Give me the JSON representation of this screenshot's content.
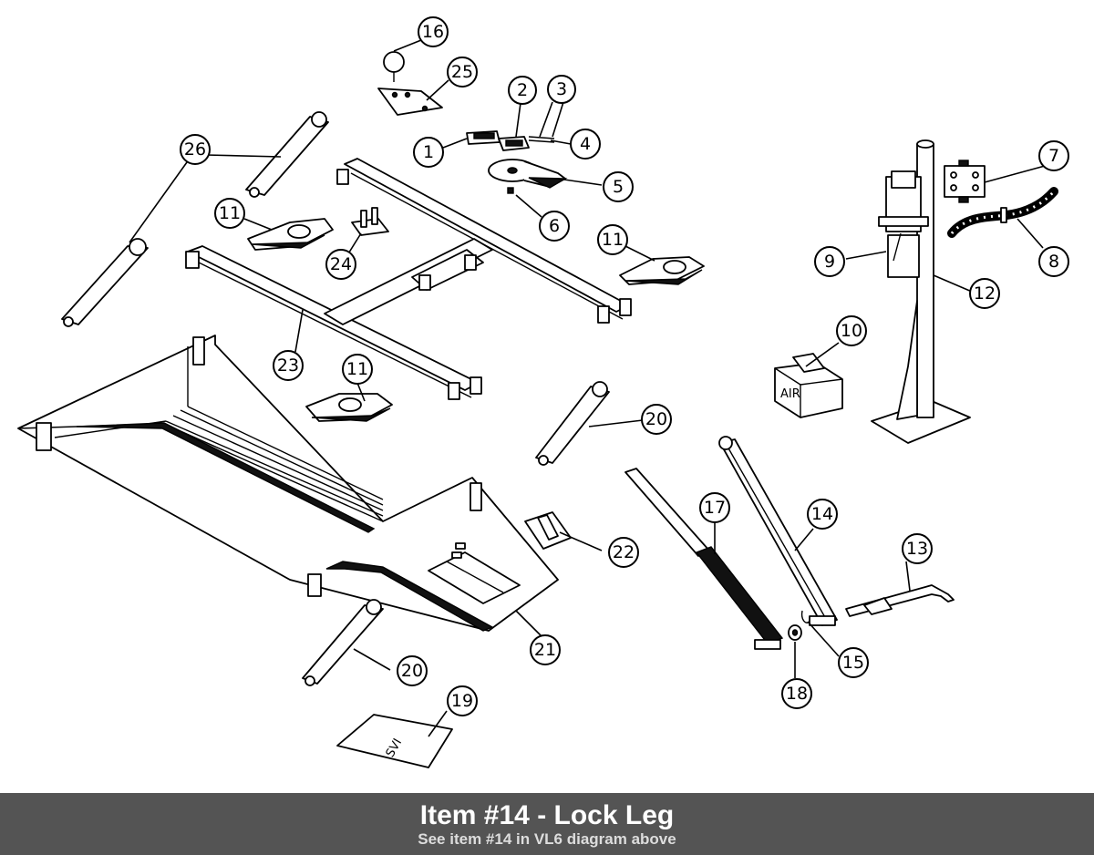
{
  "caption": {
    "title": "Item #14 - Lock Leg",
    "subtitle": "See item #14 in VL6 diagram above"
  },
  "parts_diagram": {
    "air_box_label": "AIR",
    "seal_label": "SVI",
    "callouts": [
      "1",
      "2",
      "3",
      "4",
      "5",
      "6",
      "7",
      "8",
      "9",
      "10",
      "11",
      "11",
      "11",
      "12",
      "13",
      "14",
      "15",
      "16",
      "17",
      "18",
      "19",
      "20",
      "20",
      "21",
      "22",
      "23",
      "24",
      "25",
      "26"
    ]
  }
}
